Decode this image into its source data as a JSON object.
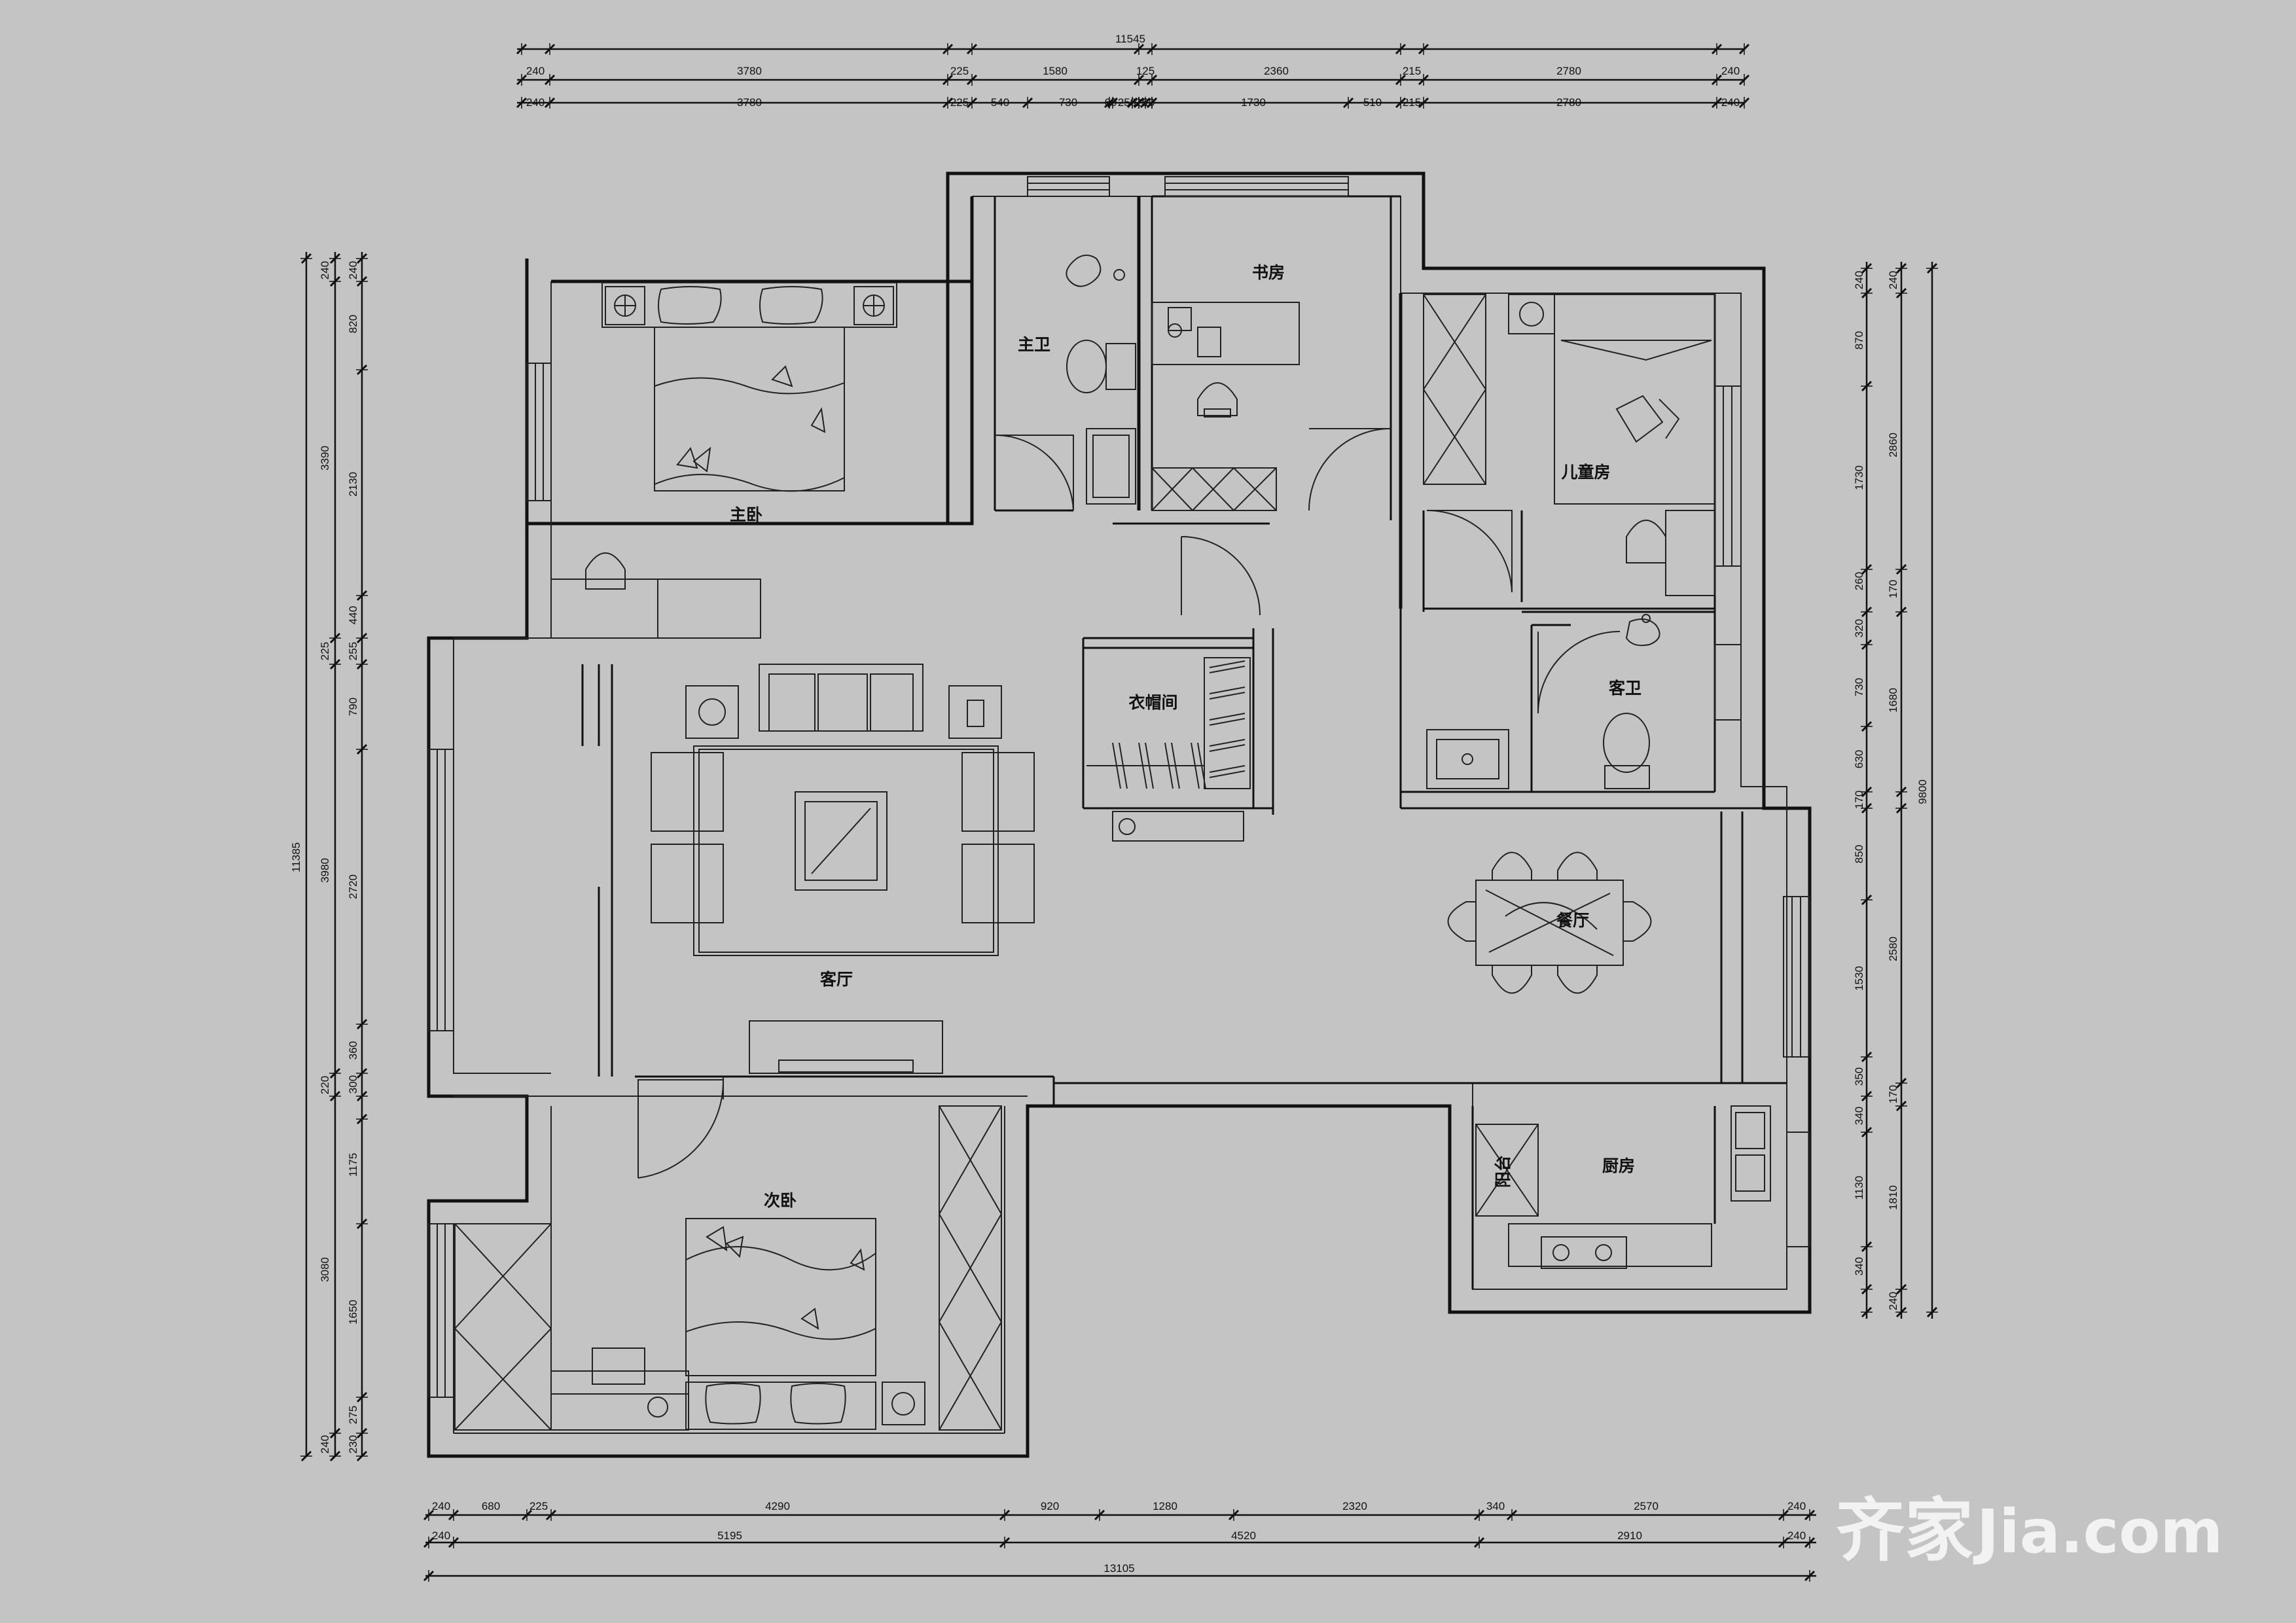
{
  "rooms": {
    "master_bedroom": "主卧",
    "master_bath": "主卫",
    "study": "书房",
    "kids_room": "儿童房",
    "living_room": "客厅",
    "walk_in_closet": "衣帽间",
    "guest_bath": "客卫",
    "dining_room": "餐厅",
    "second_bedroom": "次卧",
    "kitchen": "厨房",
    "balcony": "阳台"
  },
  "dimensions": {
    "top_total": "11545",
    "top_row1": [
      "240",
      "3780",
      "225",
      "1580",
      "125",
      "2360",
      "215",
      "2780",
      "240"
    ],
    "top_row2": [
      "240",
      "3780",
      "225",
      "540",
      "730",
      "60",
      "250",
      "25",
      "20",
      "1730",
      "510",
      "215",
      "2780",
      "240"
    ],
    "bottom_row1": [
      "240",
      "680",
      "225",
      "4290",
      "920",
      "1280",
      "2320",
      "340",
      "2570",
      "240"
    ],
    "bottom_row2": [
      "240",
      "5195",
      "4520",
      "2910",
      "240"
    ],
    "bottom_total": "13105",
    "left_total": "11385",
    "left_mid": [
      "240",
      "3390",
      "225",
      "3980",
      "220",
      "3080",
      "240"
    ],
    "left_inner": [
      "240",
      "820",
      "2130",
      "440",
      "255",
      "790",
      "2720",
      "360",
      "300",
      "1175",
      "1650",
      "275",
      "230"
    ],
    "right_total": "9800",
    "right_mid": [
      "240",
      "2860",
      "170",
      "1680",
      "2580",
      "170",
      "1810",
      "240"
    ],
    "right_inner": [
      "240",
      "870",
      "1730",
      "260",
      "320",
      "730",
      "630",
      "170",
      "850",
      "1530",
      "350",
      "340",
      "1130",
      "340"
    ]
  },
  "watermark": {
    "brand": "齐家",
    "domain": "Jia.com"
  }
}
